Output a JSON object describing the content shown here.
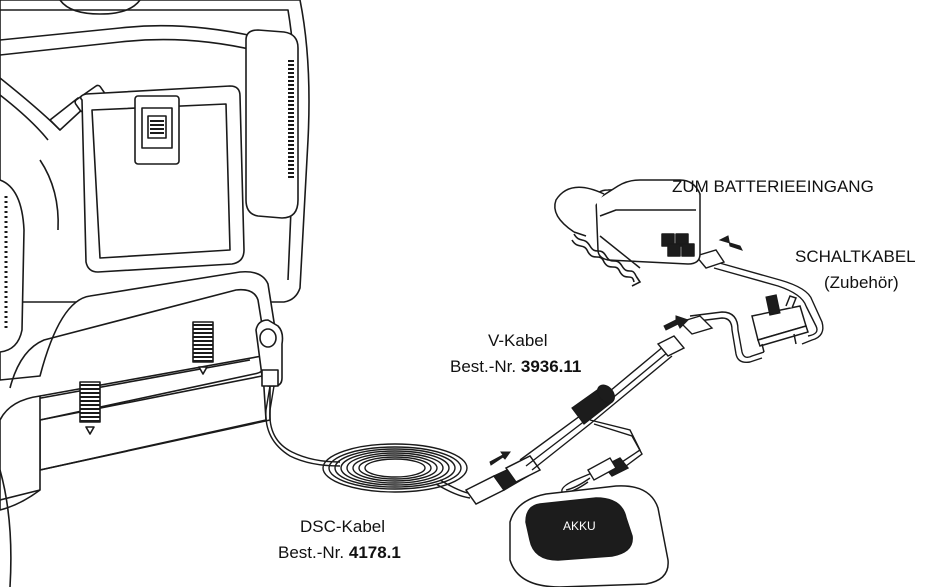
{
  "labels": {
    "battery_input": "ZUM BATTERIEEINGANG",
    "switch_cable": "SCHALTKABEL",
    "switch_cable_note": "(Zubehör)",
    "v_cable": "V-Kabel",
    "v_cable_order_prefix": "Best.-Nr.",
    "v_cable_order_no": "3936.11",
    "dsc_cable": "DSC-Kabel",
    "dsc_cable_order_prefix": "Best.-Nr.",
    "dsc_cable_order_no": "4178.1",
    "battery": "AKKU"
  },
  "colors": {
    "line": "#1a1a1a",
    "fill": "#ffffff",
    "dark": "#1c1c1c"
  }
}
